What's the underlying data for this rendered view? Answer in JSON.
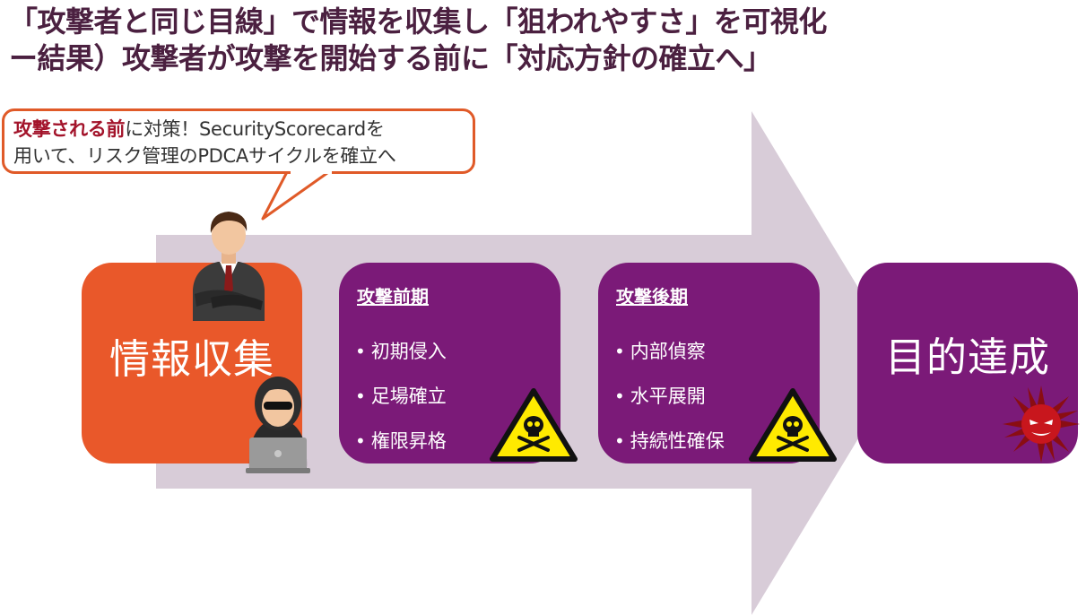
{
  "title": {
    "line1": "「攻撃者と同じ目線」で情報を収集し「狙われやすさ」を可視化",
    "line2": "ー結果）攻撃者が攻撃を開始する前に「対応方針の確立へ」"
  },
  "callout": {
    "highlight": "攻撃される前",
    "rest_line1": "に対策！SecurityScorecardを",
    "line2": "用いて、リスク管理のPDCAサイクルを確立へ"
  },
  "stages": {
    "collect": {
      "label": "情報収集"
    },
    "early": {
      "title": "攻撃前期",
      "items": [
        "初期侵入",
        "足場確立",
        "権限昇格"
      ]
    },
    "late": {
      "title": "攻撃後期",
      "items": [
        "内部偵察",
        "水平展開",
        "持続性確保"
      ]
    },
    "goal": {
      "label": "目的達成"
    }
  },
  "colors": {
    "title": "#4b2040",
    "arrow": "#d8ccd8",
    "orange": "#e9582a",
    "purple": "#7b1a78",
    "callout_border": "#e05a28",
    "highlight": "#a3142b",
    "warning_yellow": "#ffea00"
  },
  "icons": [
    "businessman-icon",
    "hacker-icon",
    "skull-warning-icon",
    "virus-icon"
  ]
}
